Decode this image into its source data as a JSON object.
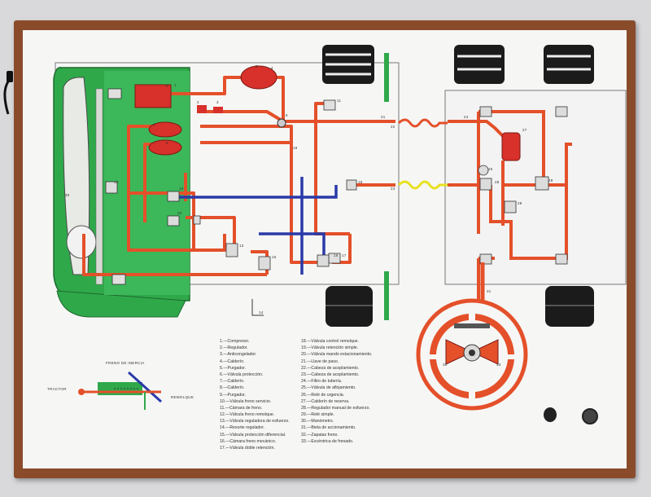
{
  "legend": {
    "col1": [
      "1.—Compresor.",
      "2.—Regulador.",
      "3.—Anticongelador.",
      "4.—Calderín.",
      "5.—Purgador.",
      "6.—Válvula protección.",
      "7.—Calderín.",
      "8.—Calderín.",
      "9.—Purgador.",
      "10.—Válvula freno servicio.",
      "11.—Cámara de freno.",
      "12.—Válvula freno remolque.",
      "13.—Válvula reguladora de esfuerzo.",
      "14.—Resorte regulador.",
      "15.—Válvula protección diferencial.",
      "16.—Cámara freno mecánico.",
      "17.—Válvula doble retención."
    ],
    "col2": [
      "18.—Válvula control remolque.",
      "19.—Válvula retención simple.",
      "20.—Válvula mando estacionamiento.",
      "21.—Llave de paso.",
      "22.—Cabeza de acoplamiento.",
      "23.—Cabeza de acoplamiento.",
      "24.—Filtro de tubería.",
      "25.—Válvula de aflojamiento.",
      "26.—Relé de urgencia.",
      "27.—Calderín de reserva.",
      "28.—Regulador manual de esfuerzo.",
      "29.—Relé simple.",
      "30.—Manómetro.",
      "31.—Biela de accionamiento.",
      "32.—Zapatas freno.",
      "33.—Excéntrica de frenado."
    ]
  },
  "labels": {
    "freno_inercia": "FRENO DE INERCIA",
    "tractor": "TRACTOR",
    "remolque": "REMOLQUE"
  },
  "numbers": {
    "n1": "1",
    "n2": "2",
    "n3": "3",
    "n4": "4",
    "n5": "5",
    "n6": "6",
    "n7": "7",
    "n8": "8",
    "n9": "9",
    "n10": "10",
    "n11": "11",
    "n12": "12",
    "n13": "13",
    "n14": "14",
    "n15": "15",
    "n16": "16",
    "n17": "17",
    "n18": "18",
    "n19": "19",
    "n20": "20",
    "n21": "21",
    "n22": "22",
    "n23": "23",
    "n24": "24",
    "n25": "25",
    "n26": "26",
    "n27": "27",
    "n28": "28",
    "n29": "29",
    "n30": "30",
    "n31": "31",
    "n32": "32",
    "n33": "33"
  },
  "colors": {
    "frame": "#8a4b2a",
    "cab_green": "#2fa84a",
    "pipe_red": "#e4502a",
    "pipe_blue": "#2a3aa8",
    "coil_yellow": "#e8e020",
    "tank_red": "#d8302a"
  }
}
